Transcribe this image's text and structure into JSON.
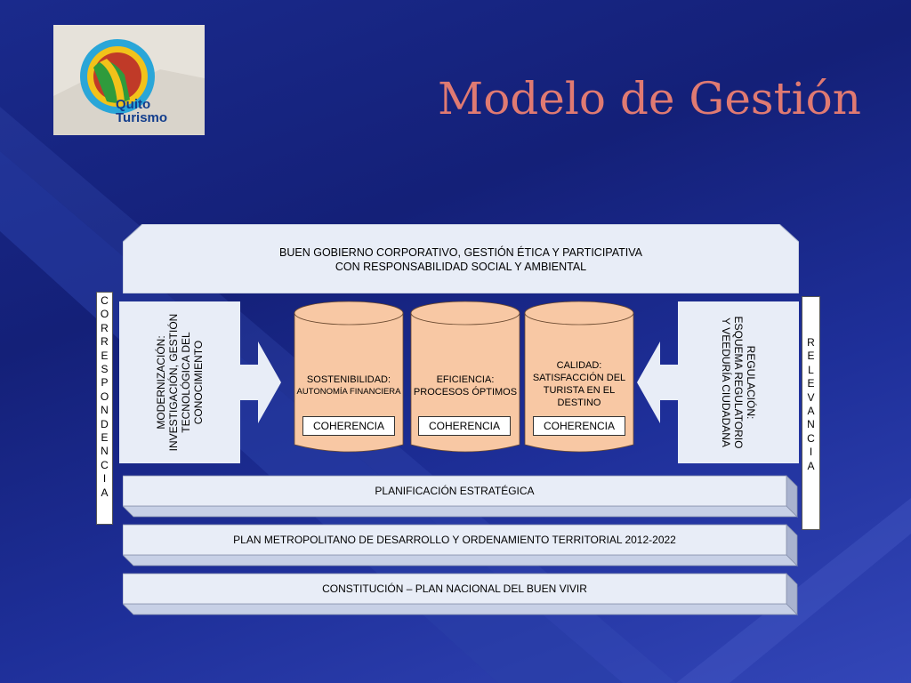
{
  "slide": {
    "title": "Modelo de Gestión",
    "logo": {
      "line1": "Quito",
      "line2": "Turismo"
    }
  },
  "diagram": {
    "top": {
      "line1": "BUEN GOBIERNO CORPORATIVO, GESTIÓN ÉTICA Y PARTICIPATIVA",
      "line2": "CON RESPONSABILIDAD SOCIAL Y AMBIENTAL"
    },
    "left_vertical": [
      "C",
      "O",
      "R",
      "R",
      "E",
      "S",
      "P",
      "O",
      "N",
      "D",
      "E",
      "N",
      "C",
      "I",
      "A"
    ],
    "right_vertical": [
      "R",
      "E",
      "L",
      "E",
      "V",
      "A",
      "N",
      "C",
      "I",
      "A"
    ],
    "left_panel": {
      "line1": "MODERNIZACIÓN:",
      "line2": "INVESTIGACIÓN, GESTIÓN",
      "line3": "TECNOLÓGICA DEL",
      "line4": "CONOCIMIENTO"
    },
    "right_panel": {
      "line1": "REGULACIÓN:",
      "line2": "ESQUEMA REGULATORIO",
      "line3": "Y VEEDURÍA CIUDADANA"
    },
    "pillars": [
      {
        "line1": "SOSTENIBILIDAD:",
        "line2": "AUTONOMÍA FINANCIERA",
        "line3": "",
        "line4": "",
        "badge": "COHERENCIA"
      },
      {
        "line1": "EFICIENCIA:",
        "line2": "PROCESOS ÓPTIMOS",
        "line3": "",
        "line4": "",
        "badge": "COHERENCIA"
      },
      {
        "line1": "CALIDAD:",
        "line2": "SATISFACCIÓN  DEL",
        "line3": "TURISTA EN EL",
        "line4": "DESTINO",
        "badge": "COHERENCIA"
      }
    ],
    "base_layers": [
      "PLANIFICACIÓN ESTRATÉGICA",
      "PLAN METROPOLITANO DE DESARROLLO Y ORDENAMIENTO TERRITORIAL 2012-2022",
      "CONSTITUCIÓN – PLAN NACIONAL DEL BUEN VIVIR"
    ],
    "colors": {
      "pillar": "#f8c8a4",
      "panel": "#e8edf7",
      "title": "#e07a72"
    }
  }
}
